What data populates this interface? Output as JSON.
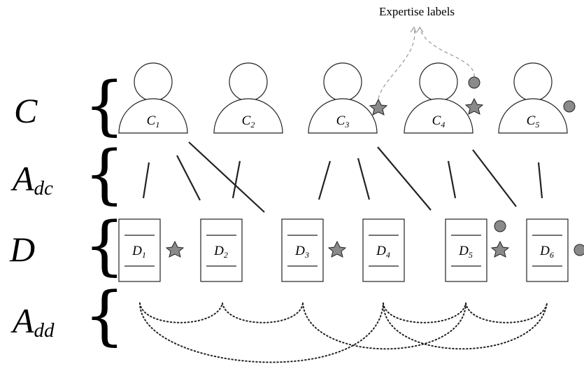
{
  "annotation": {
    "text": "Expertise labels"
  },
  "rows": [
    {
      "id": "C",
      "base": "C",
      "sub": ""
    },
    {
      "id": "Adc",
      "base": "A",
      "sub": "dc"
    },
    {
      "id": "D",
      "base": "D",
      "sub": ""
    },
    {
      "id": "Add",
      "base": "A",
      "sub": "dd"
    }
  ],
  "contributors": [
    {
      "base": "C",
      "sub": "1",
      "label": null
    },
    {
      "base": "C",
      "sub": "2",
      "label": null
    },
    {
      "base": "C",
      "sub": "3",
      "label": "star"
    },
    {
      "base": "C",
      "sub": "4",
      "label": "star+circle"
    },
    {
      "base": "C",
      "sub": "5",
      "label": "circle"
    }
  ],
  "documents": [
    {
      "base": "D",
      "sub": "1",
      "label": "star"
    },
    {
      "base": "D",
      "sub": "2",
      "label": null
    },
    {
      "base": "D",
      "sub": "3",
      "label": "star"
    },
    {
      "base": "D",
      "sub": "4",
      "label": null
    },
    {
      "base": "D",
      "sub": "5",
      "label": "star+circle"
    },
    {
      "base": "D",
      "sub": "6",
      "label": "circle"
    }
  ],
  "colors": {
    "stroke": "#222222",
    "marker_fill": "#8a8a8a",
    "annotation_stroke": "#999999"
  },
  "icons": {
    "star": "star-icon",
    "circle": "circle-icon"
  }
}
